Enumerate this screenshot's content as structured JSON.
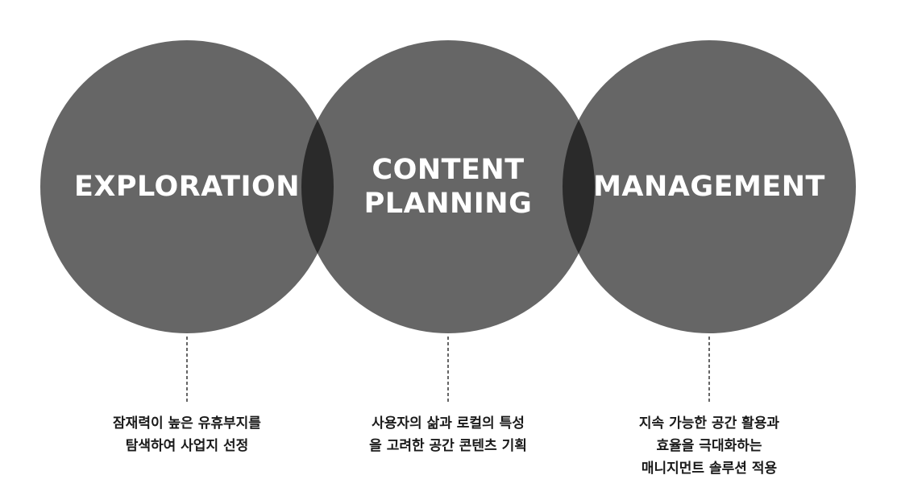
{
  "circles": [
    {
      "title_lines": [
        "EXPLORATION"
      ],
      "description_lines": [
        "잠재력이 높은 유휴부지를",
        "탐색하여 사업지 선정"
      ]
    },
    {
      "title_lines": [
        "CONTENT",
        "PLANNING"
      ],
      "description_lines": [
        "사용자의 삶과 로컬의 특성",
        "을 고려한 공간 콘텐츠 기획"
      ]
    },
    {
      "title_lines": [
        "MANAGEMENT"
      ],
      "description_lines": [
        "지속 가능한 공간 활용과",
        "효율을 극대화하는",
        "매니지먼트 솔루션 적용"
      ]
    }
  ],
  "colors": {
    "circle": "#666666",
    "overlap": "#2a2a2a",
    "title": "#ffffff",
    "description": "#1a1a1a",
    "connector": "#333333"
  }
}
